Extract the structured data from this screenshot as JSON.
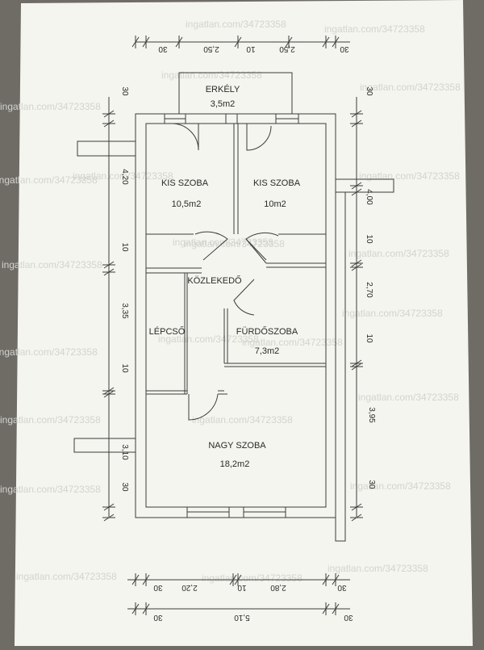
{
  "watermark": "ingatlan.com/34723358",
  "rooms": {
    "erkely": {
      "name": "ERKÉLY",
      "area": "3,5m2"
    },
    "kis_szoba_1": {
      "name": "KIS SZOBA",
      "area": "10,5m2"
    },
    "kis_szoba_2": {
      "name": "KIS SZOBA",
      "area": "10m2"
    },
    "kozlekedo": {
      "name": "KÖZLEKEDŐ"
    },
    "lepcso": {
      "name": "LÉPCSŐ"
    },
    "furdoszoba": {
      "name": "FÜRDŐSZOBA",
      "area": "7,3m2"
    },
    "nagy_szoba": {
      "name": "NAGY SZOBA",
      "area": "18,2m2"
    }
  },
  "dimensions": {
    "top": [
      "30",
      "2,50",
      "10",
      "2,50",
      "30"
    ],
    "left": [
      "30",
      "4,20",
      "10",
      "3,35",
      "10",
      "3,10",
      "30"
    ],
    "right": [
      "30",
      "4,00",
      "10",
      "2,70",
      "10",
      "3,95",
      "30"
    ],
    "bottom_inner": [
      "30",
      "2,20",
      "10",
      "2,80",
      "30"
    ],
    "bottom_outer": [
      "30",
      "5,10",
      "30"
    ]
  },
  "colors": {
    "paper": "#f4f5ee",
    "line": "#3c3c3c",
    "watermark": "#d4d6d1"
  }
}
